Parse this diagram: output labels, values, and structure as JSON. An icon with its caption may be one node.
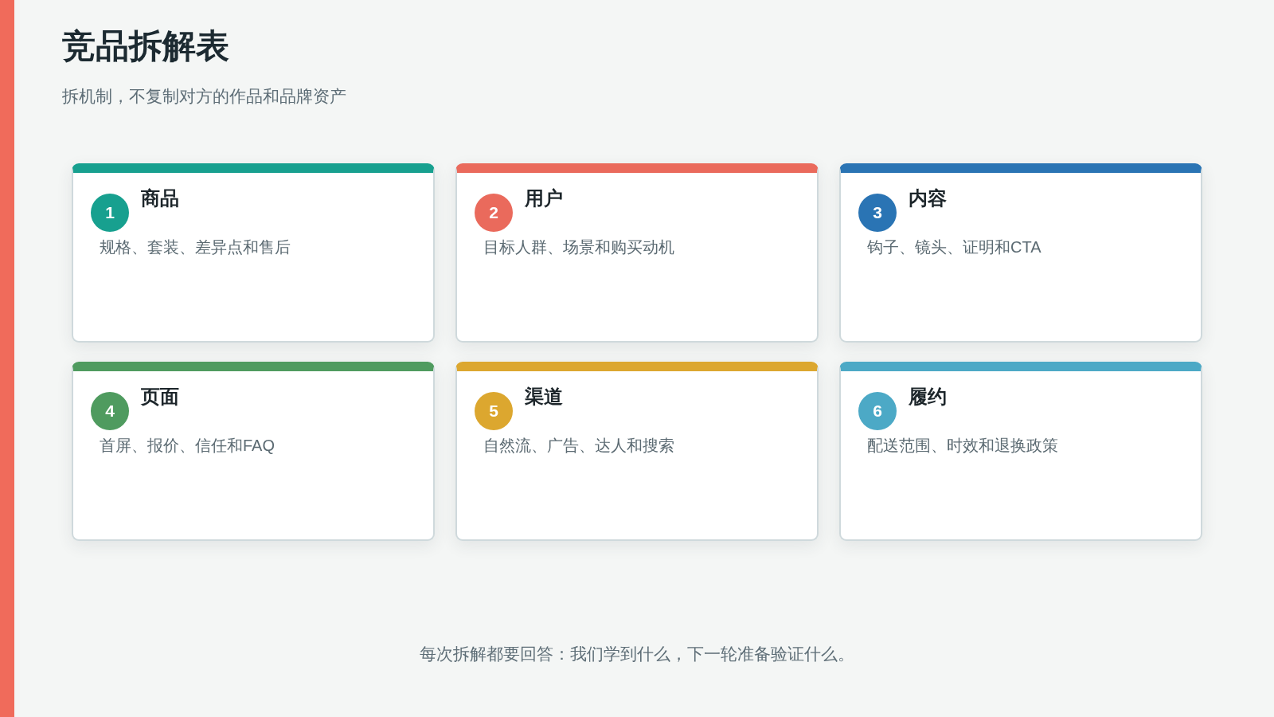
{
  "diagram": {
    "title": "竞品拆解表",
    "caption": "每次拆解都要回答：我们学到什么，下一轮准备验证什么。",
    "nodes": [
      {
        "text": [
          "商品",
          "规格、套装、差异点和售后"
        ]
      },
      {
        "text": [
          "1"
        ],
        "in": 0
      },
      {
        "text": [
          "用户",
          "目标人群、场景和购买动机"
        ]
      },
      {
        "text": [
          "2"
        ],
        "in": 2
      },
      {
        "text": [
          "内容",
          "钩子、镜头、证明和CTA"
        ]
      },
      {
        "text": [
          "3"
        ],
        "in": 4
      },
      {
        "text": [
          "页面",
          "首屏、报价、信任和FAQ"
        ]
      },
      {
        "text": [
          "4"
        ],
        "in": 6
      },
      {
        "text": [
          "渠道",
          "自然流、广告、达人和搜索"
        ]
      },
      {
        "text": [
          "5"
        ],
        "in": 8
      },
      {
        "text": [
          "履约",
          "配送范围、时效和退换政策"
        ]
      },
      {
        "text": [
          "6"
        ],
        "in": 10
      }
    ],
    "labels": [
      "拆机制，不复制对方的作品和品牌资产"
    ]
  }
}
